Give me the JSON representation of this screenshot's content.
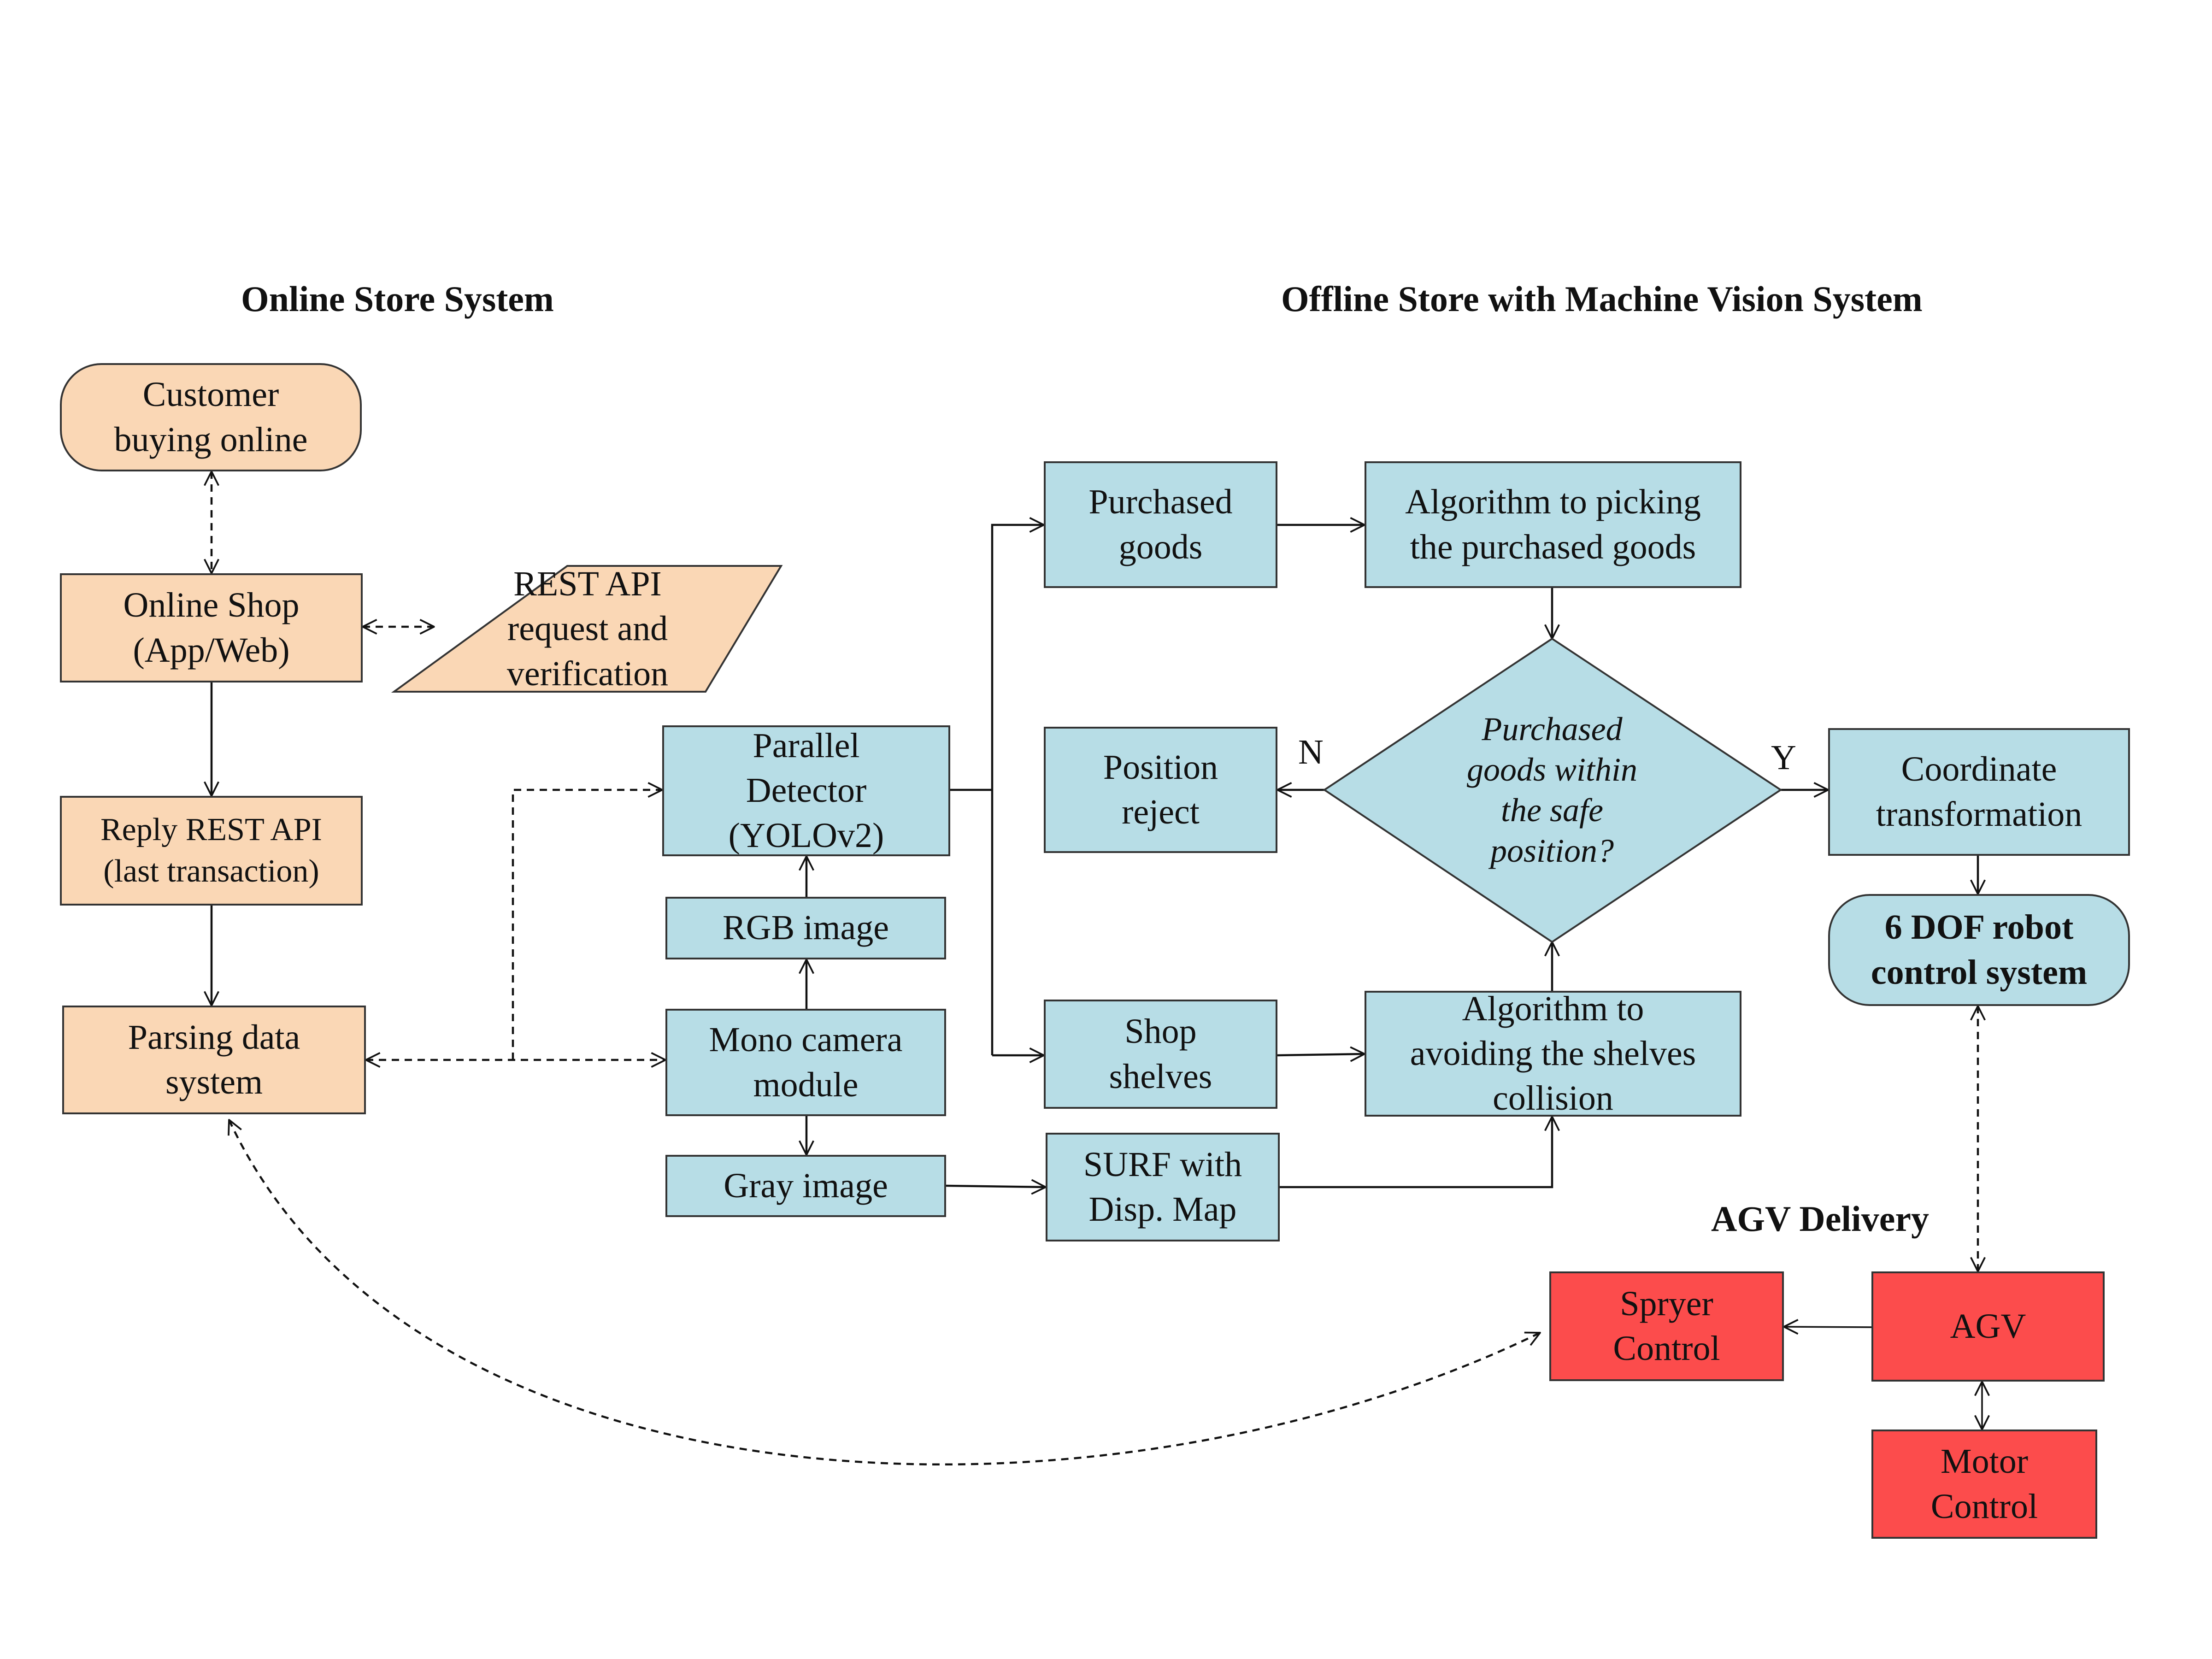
{
  "titles": {
    "online": "Online Store System",
    "offline": "Offline Store with Machine Vision System",
    "agv": "AGV Delivery"
  },
  "nodes": {
    "customer": [
      "Customer",
      "buying online"
    ],
    "online_shop": [
      "Online Shop",
      "(App/Web)"
    ],
    "rest_api": [
      "REST API",
      "request and",
      "verification"
    ],
    "reply_rest": [
      "Reply REST API",
      "(last transaction)"
    ],
    "parsing": [
      "Parsing data",
      "system"
    ],
    "parallel_detector": [
      "Parallel",
      "Detector",
      "(YOLOv2)"
    ],
    "rgb_image": [
      "RGB image"
    ],
    "mono_camera": [
      "Mono camera",
      "module"
    ],
    "gray_image": [
      "Gray image"
    ],
    "purchased_goods": [
      "Purchased",
      "goods"
    ],
    "algo_picking": [
      "Algorithm to picking",
      "the purchased goods"
    ],
    "position_reject": [
      "Position",
      "reject"
    ],
    "decision": [
      "Purchased",
      "goods within",
      "the safe",
      "position?"
    ],
    "coordinate": [
      "Coordinate",
      "transformation"
    ],
    "robot_control": [
      "6 DOF robot",
      "control system"
    ],
    "shop_shelves": [
      "Shop",
      "shelves"
    ],
    "algo_avoiding": [
      "Algorithm to",
      "avoiding the shelves",
      "collision"
    ],
    "surf": [
      "SURF with",
      "Disp. Map"
    ],
    "sprayer": [
      "Spryer",
      "Control"
    ],
    "agv": [
      "AGV"
    ],
    "motor": [
      "Motor",
      "Control"
    ]
  },
  "labels": {
    "no": "N",
    "yes": "Y"
  },
  "colors": {
    "online_fill": "#fad7b5",
    "vision_fill": "#b7dde6",
    "agv_fill": "#fc4c4c",
    "line": "#111111"
  }
}
